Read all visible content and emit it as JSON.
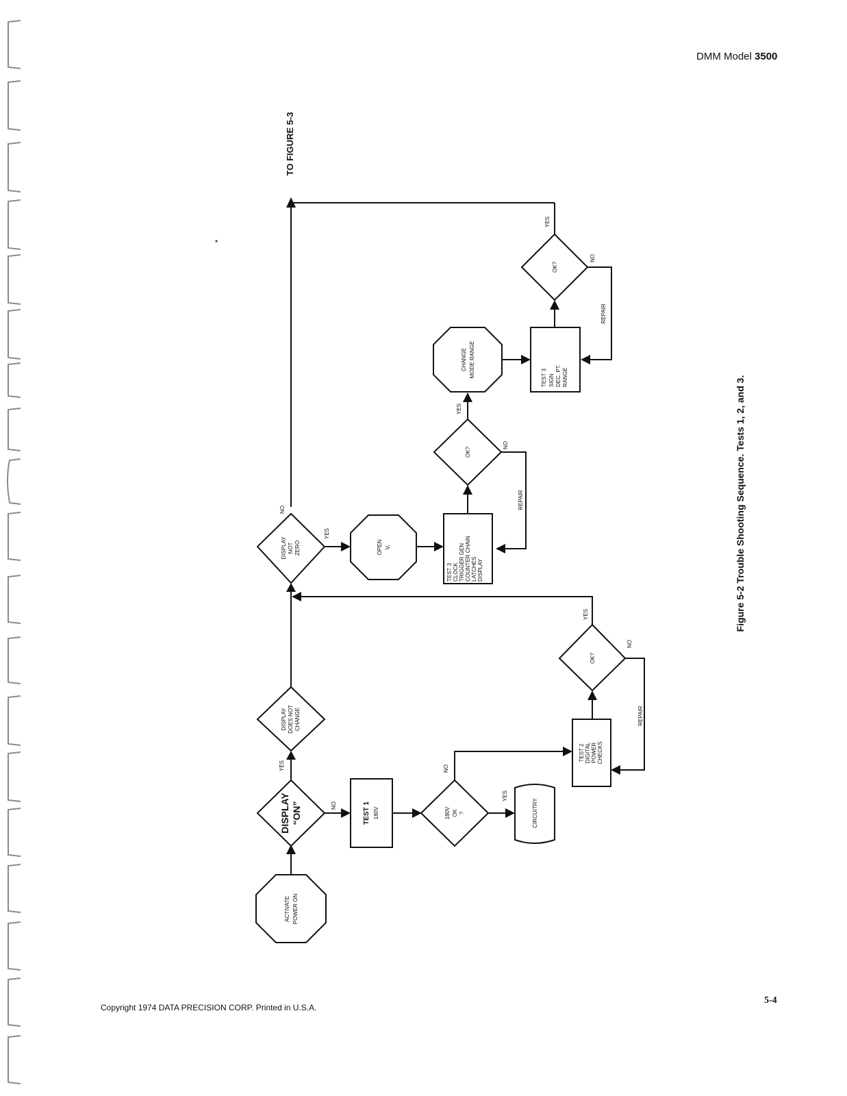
{
  "header": {
    "doc_model": "DMM Model",
    "model_number": "3500"
  },
  "footer": {
    "copyright": "Copyright 1974 DATA PRECISION CORP. Printed in U.S.A."
  },
  "page_number": "5-4",
  "figure": {
    "caption": "Figure 5-2 Trouble Shooting Sequence. Tests 1, 2, and 3.",
    "exit_label": "TO FIGURE 5-3"
  },
  "nodes": {
    "activate": [
      "ACTIVATE",
      "POWER ON"
    ],
    "display_on": [
      "DISPLAY",
      "“ON”"
    ],
    "test1": [
      "TEST 1",
      "180V"
    ],
    "v180": [
      "180V",
      "OK",
      "?"
    ],
    "circuitry": [
      "CIRCUITRY"
    ],
    "test2": [
      "TEST 2",
      "DIGITAL",
      "POWER",
      "CHECKS"
    ],
    "ok_test2": [
      "OK?"
    ],
    "no_change": [
      "DISPLAY",
      "DOES NOT",
      "CHANGE"
    ],
    "not_zero": [
      "DISPLAY",
      "NOT",
      "ZERO"
    ],
    "open_vi": [
      "OPEN",
      "Vᵢ"
    ],
    "test3a": [
      "TEST 3",
      "CLOCK",
      "TRIGGER GEN",
      "COUNTER CHAIN",
      "LATCHES",
      "DISPLAY"
    ],
    "ok_test3a": [
      "OK?"
    ],
    "change_mode": [
      "CHANGE",
      "MODE RANGE"
    ],
    "test3b": [
      "TEST 3",
      "SIGN",
      "DEC. PT.",
      "RANGE"
    ],
    "ok_test3b": [
      "OK?"
    ]
  },
  "edge_labels": {
    "yes": "YES",
    "no": "NO",
    "repair": "REPAIR"
  }
}
